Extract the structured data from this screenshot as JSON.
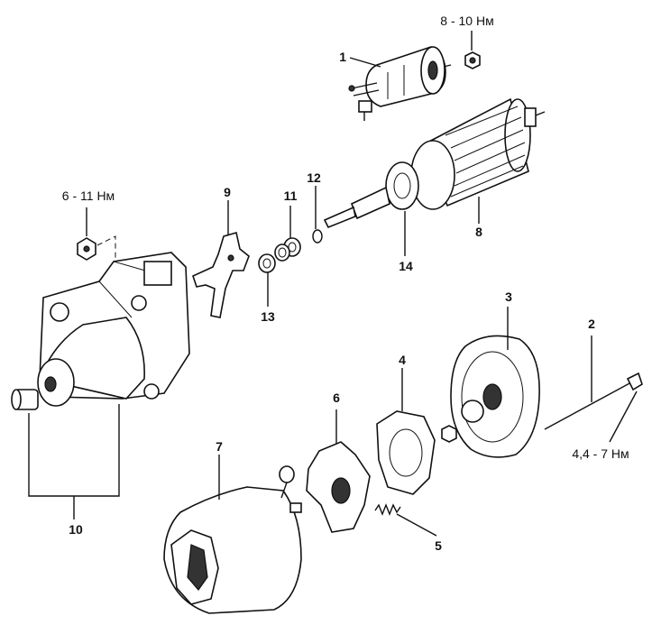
{
  "callouts": {
    "c1": "1",
    "c2": "2",
    "c3": "3",
    "c4": "4",
    "c5": "5",
    "c6": "6",
    "c7": "7",
    "c8": "8",
    "c9": "9",
    "c10": "10",
    "c11": "11",
    "c12": "12",
    "c13": "13",
    "c14": "14"
  },
  "torques": {
    "solenoid_nut": "8 - 10 Нм",
    "housing_nut": "6 - 11 Нм",
    "through_bolt": "4,4 - 7 Нм"
  }
}
